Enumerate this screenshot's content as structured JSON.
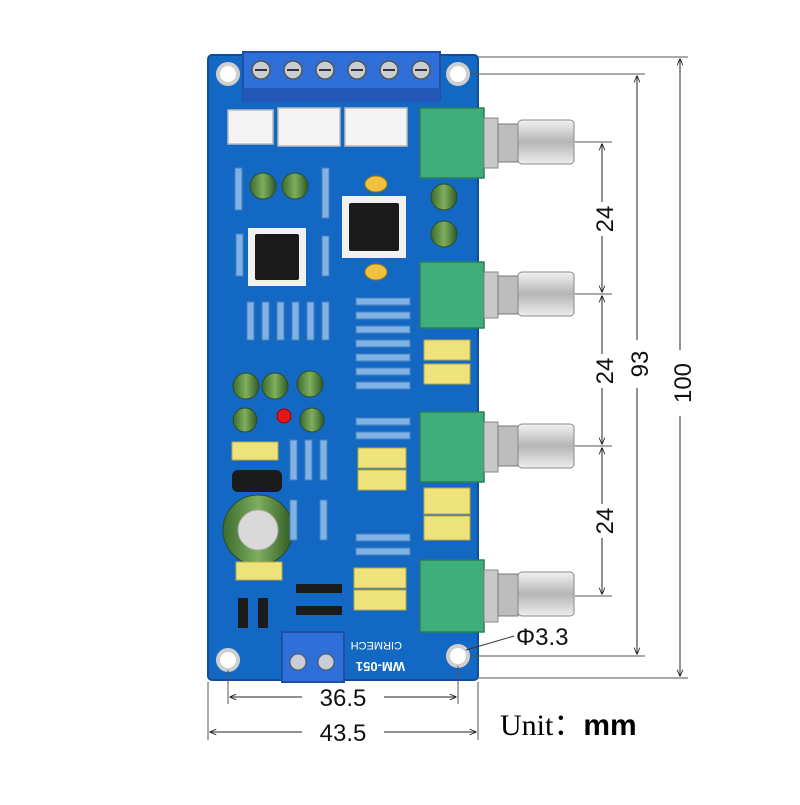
{
  "diagram": {
    "board": {
      "model_label": "WM-051",
      "maker_label": "CIRMECH",
      "pcb_color": "#1368c4",
      "terminal_color": "#2f6fd8",
      "pot_color": "#3fae7a"
    },
    "dimensions": {
      "spacing_1": "24",
      "spacing_2": "24",
      "spacing_3": "24",
      "hole_span_height": "93",
      "total_height": "100",
      "hole_span_width": "36.5",
      "total_width": "43.5",
      "hole_diameter": "Φ3.3"
    },
    "unit": {
      "label": "Unit：",
      "value": "mm"
    }
  }
}
